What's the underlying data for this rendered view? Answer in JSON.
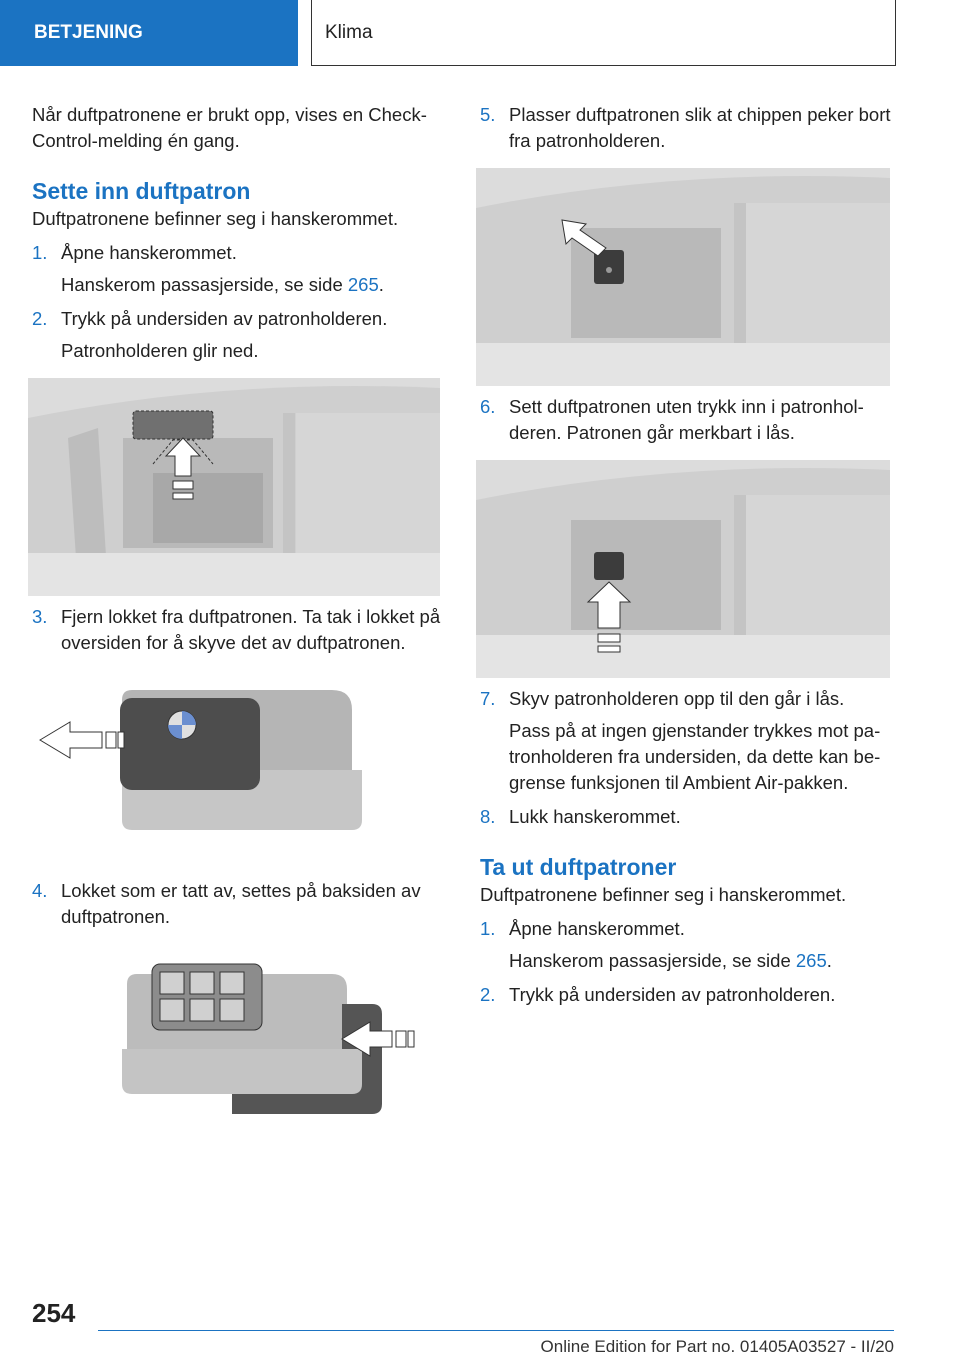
{
  "header": {
    "section": "BETJENING",
    "title": "Klima"
  },
  "left": {
    "intro": "Når duftpatronene er brukt opp, vises en Check-Control-melding én gang.",
    "heading": "Sette inn duftpatron",
    "lead": "Duftpatronene befinner seg i hanskerommet.",
    "steps": [
      {
        "num": "1.",
        "text": "Åpne hanskerommet.",
        "sub_pre": "Hanskerom passasjerside, se side ",
        "sub_link": "265",
        "sub_post": "."
      },
      {
        "num": "2.",
        "text": "Trykk på undersiden av patronholderen.",
        "sub": "Patronholderen glir ned."
      },
      {
        "num": "3.",
        "text": "Fjern lokket fra duftpatronen. Ta tak i lokket på oversiden for å skyve det av duftpatronen."
      },
      {
        "num": "4.",
        "text": "Lokket som er tatt av, settes på baksiden av duftpatronen."
      }
    ]
  },
  "right": {
    "steps": [
      {
        "num": "5.",
        "text": "Plasser duftpatronen slik at chippen peker bort fra patronholderen."
      },
      {
        "num": "6.",
        "text": "Sett duftpatronen uten trykk inn i patronhol-deren. Patronen går merkbart i lås."
      },
      {
        "num": "7.",
        "text": "Skyv patronholderen opp til den går i lås.",
        "sub": "Pass på at ingen gjenstander trykkes mot pa-tronholderen fra undersiden, da dette kan be-grense funksjonen til Ambient Air-pakken."
      },
      {
        "num": "8.",
        "text": "Lukk hanskerommet."
      }
    ],
    "heading": "Ta ut duftpatroner",
    "lead": "Duftpatronene befinner seg i hanskerommet.",
    "steps2": [
      {
        "num": "1.",
        "text": "Åpne hanskerommet.",
        "sub_pre": "Hanskerom passasjerside, se side ",
        "sub_link": "265",
        "sub_post": "."
      },
      {
        "num": "2.",
        "text": "Trykk på undersiden av patronholderen."
      }
    ]
  },
  "footer": {
    "page_number": "254",
    "edition": "Online Edition for Part no. 01405A03527 - II/20"
  }
}
